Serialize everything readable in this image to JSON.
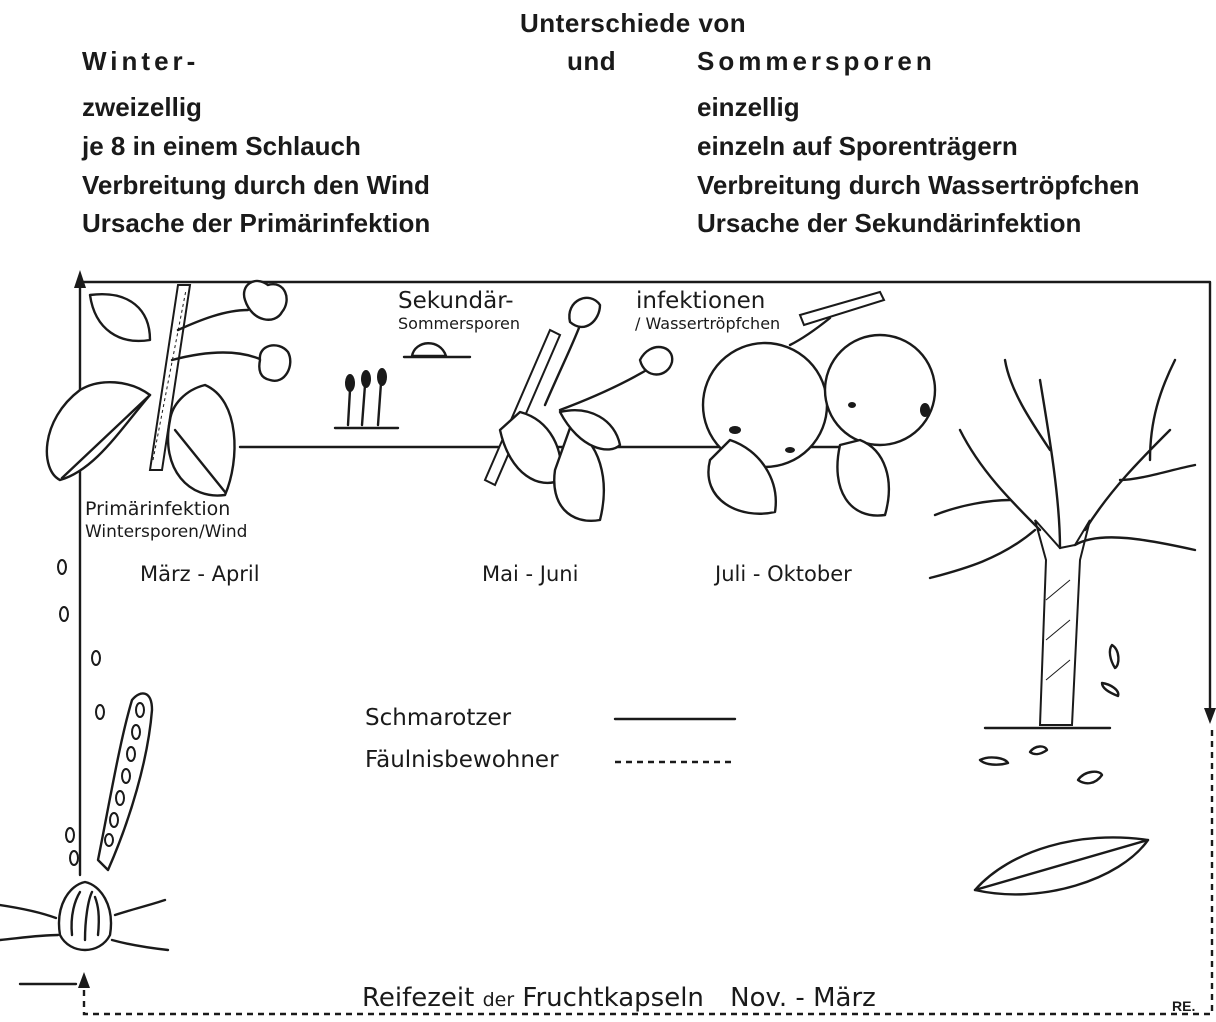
{
  "header": {
    "title": "Unterschiede von",
    "left_head": "Winter-",
    "middle_head": "und",
    "right_head": "Sommersporen"
  },
  "comparison": {
    "winter": [
      "zweizellig",
      "je 8 in einem Schlauch",
      "Verbreitung durch den Wind",
      "Ursache der Primärinfektion"
    ],
    "summer": [
      "einzellig",
      "einzeln auf Sporenträgern",
      "Verbreitung durch Wassertröpfchen",
      "Ursache der Sekundärinfektion"
    ]
  },
  "cycle": {
    "secondary_1": "Sekundär-",
    "secondary_2": "infektionen",
    "summer_spores": "Sommersporen",
    "water": "/ Wassertröpfchen",
    "primary": "Primärinfektion",
    "primary_sub": "Wintersporen/Wind",
    "season_1": "März - April",
    "season_2": "Mai - Juni",
    "season_3": "Juli - Oktober",
    "legend_parasite": "Schmarotzer",
    "legend_saprophyte": "Fäulnisbewohner",
    "maturation": "Reifezeit",
    "maturation_small": "der",
    "maturation_2": "Fruchtkapseln",
    "maturation_period": "Nov. - März",
    "signature": "RE."
  }
}
